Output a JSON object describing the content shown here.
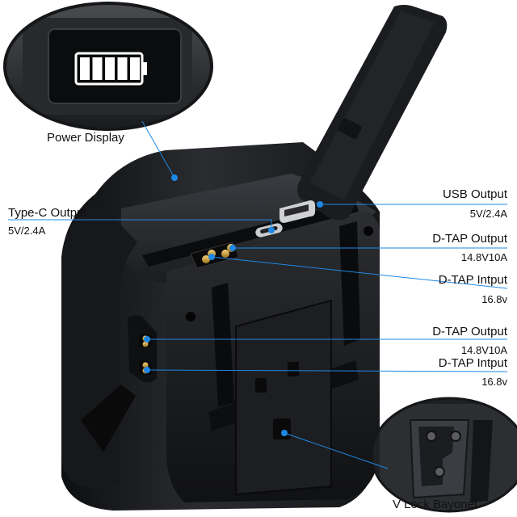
{
  "colors": {
    "callout_line": "#1e88e5",
    "battery_body": "#1c1d20",
    "display_glow": "#ffffff"
  },
  "callouts": {
    "power_display": {
      "title": "Power Display"
    },
    "type_c": {
      "title": "Type-C Output",
      "spec": "5V/2.4A"
    },
    "usb": {
      "title": "USB Output",
      "spec": "5V/2.4A"
    },
    "dtap_out_top": {
      "title": "D-TAP Output",
      "spec": "14.8V10A"
    },
    "dtap_in_top": {
      "title": "D-TAP Intput",
      "spec": "16.8v"
    },
    "dtap_out_side": {
      "title": "D-TAP Output",
      "spec": "14.8V10A"
    },
    "dtap_in_side": {
      "title": "D-TAP Intput",
      "spec": "16.8v"
    },
    "vlock": {
      "title": "V Lock Bayonet"
    }
  },
  "battery_level": {
    "bars_filled": 5,
    "bars_total": 5
  }
}
